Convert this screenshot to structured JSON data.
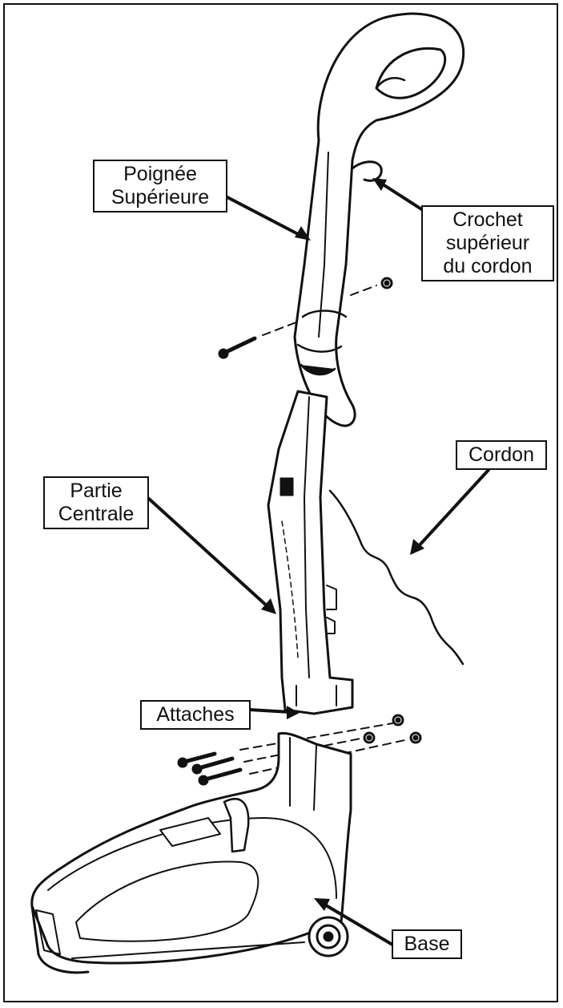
{
  "labels": {
    "upper_handle": [
      "Poignée",
      "Supérieure"
    ],
    "cord_hook": [
      "Crochet",
      "supérieur",
      "du cordon"
    ],
    "cord": "Cordon",
    "middle_section": [
      "Partie",
      "Centrale"
    ],
    "fasteners": "Attaches",
    "base": "Base"
  },
  "colors": {
    "ink": "#111111",
    "background": "#ffffff"
  }
}
